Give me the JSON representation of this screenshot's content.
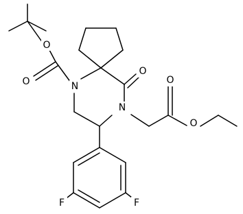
{
  "molecule": {
    "atom_labels": {
      "o_ether_boc": "O",
      "o_carbonyl_boc": "O",
      "n_boc": "N",
      "o_lactam": "O",
      "o_ester_carbonyl": "O",
      "o_ester_ether": "O",
      "n_ring": "N",
      "f_left": "F",
      "f_right": "F"
    }
  }
}
